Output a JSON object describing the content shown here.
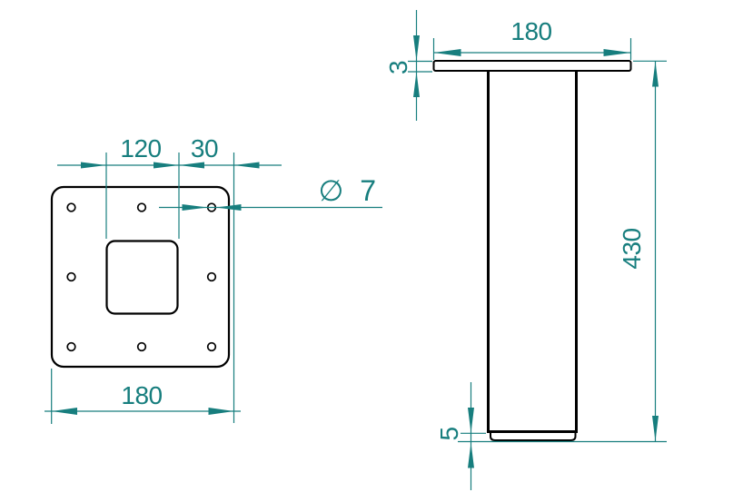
{
  "drawing": {
    "title": "table-leg-technical-drawing",
    "colors": {
      "dimension": "#177E7E",
      "outline": "#000000",
      "background": "#FFFFFF"
    },
    "top_view": {
      "square_width": "120",
      "edge_offset": "30",
      "hole_diameter": "∅ 7",
      "plate_width": "180"
    },
    "side_view": {
      "plate_width": "180",
      "plate_thickness": "3",
      "leg_height": "430",
      "foot_height": "5"
    }
  }
}
